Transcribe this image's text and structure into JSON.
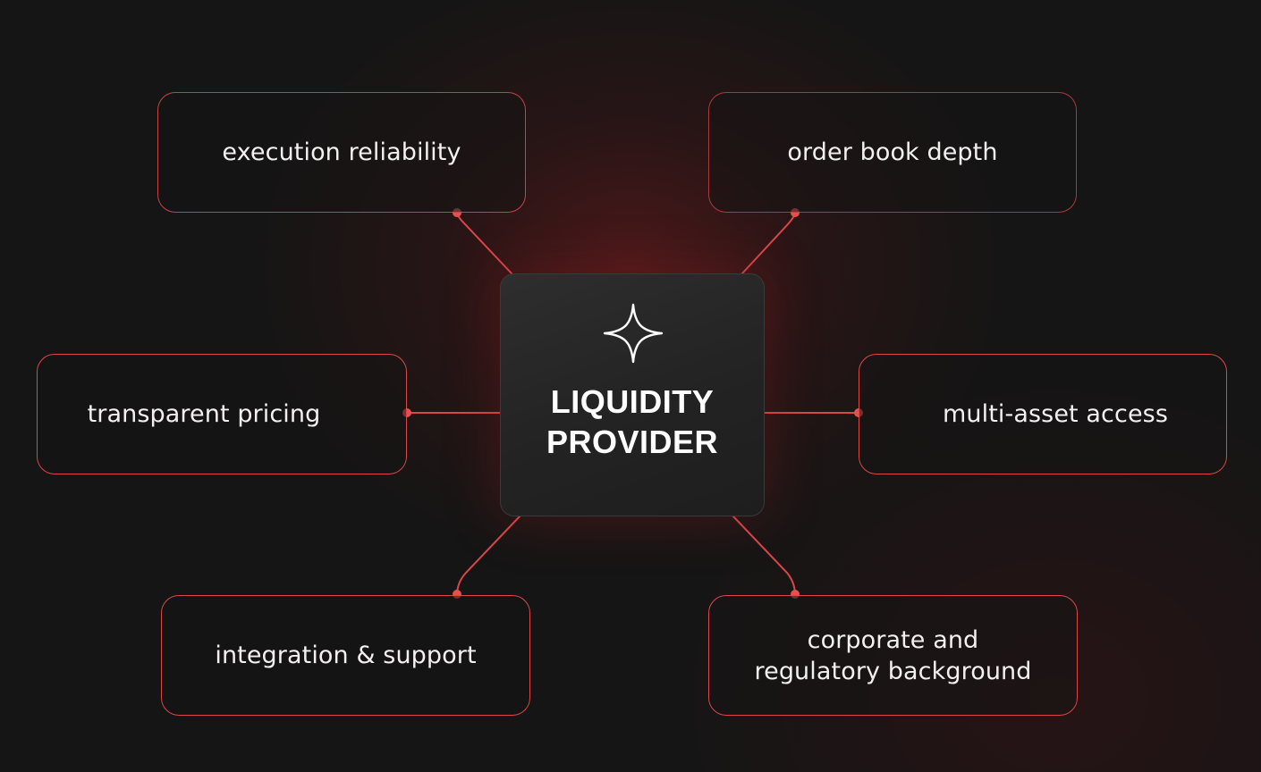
{
  "center": {
    "title": "LIQUIDITY\nPROVIDER",
    "icon": "four-point-star-icon"
  },
  "nodes": [
    {
      "id": "execution",
      "label": "execution reliability"
    },
    {
      "id": "depth",
      "label": "order book depth"
    },
    {
      "id": "pricing",
      "label": "transparent pricing"
    },
    {
      "id": "multi_asset",
      "label": "multi-asset access"
    },
    {
      "id": "integration",
      "label": "integration & support"
    },
    {
      "id": "corporate",
      "label": "corporate and\nregulatory background"
    }
  ],
  "colors": {
    "background": "#161515",
    "accent": "#d9474a",
    "connector_dot": "#e8504f",
    "center_box": "#262626",
    "text": "#f2f0f0"
  }
}
